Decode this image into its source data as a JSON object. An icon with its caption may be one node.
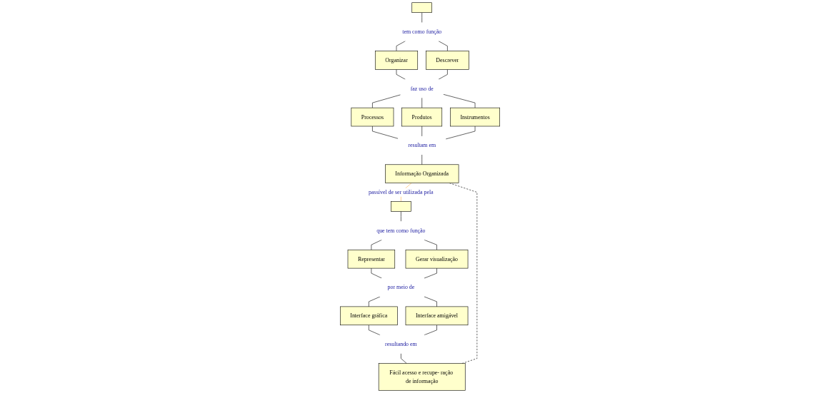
{
  "diagram": {
    "nodes": [
      {
        "text": [],
        "shape": "box"
      },
      {
        "text": [
          "tem como função"
        ]
      },
      {
        "text": [
          "Organizar"
        ]
      },
      {
        "text": [
          "Descrever"
        ]
      },
      {
        "text": [
          "faz uso de"
        ]
      },
      {
        "text": [
          "Processos"
        ]
      },
      {
        "text": [
          "Produtos"
        ]
      },
      {
        "text": [
          "Instrumentos"
        ]
      },
      {
        "text": [
          "resultam em"
        ]
      },
      {
        "text": [
          "Informação Organizada"
        ]
      },
      {
        "text": [],
        "shape": "box"
      },
      {
        "text": [
          "que tem como função"
        ]
      },
      {
        "text": [
          "Representar"
        ]
      },
      {
        "text": [
          "Gerar visualização"
        ]
      },
      {
        "text": [
          "por meio de"
        ]
      },
      {
        "text": [
          "Interface gráfica"
        ]
      },
      {
        "text": [
          "Interface amigável"
        ]
      },
      {
        "text": [
          "resultando em"
        ]
      },
      {
        "text": [
          "Fácil acesso e recupe- ração de informação"
        ]
      }
    ],
    "edges": [
      {
        "from": 0,
        "to": 1,
        "arrow": "none"
      },
      {
        "from": 1,
        "to": 2,
        "arrow": "none"
      },
      {
        "from": 1,
        "to": 3,
        "arrow": "none"
      },
      {
        "from": 2,
        "to": 4,
        "arrow": "none"
      },
      {
        "from": 3,
        "to": 4,
        "arrow": "none"
      },
      {
        "from": 4,
        "to": 5,
        "arrow": "none"
      },
      {
        "from": 4,
        "to": 6,
        "arrow": "none"
      },
      {
        "from": 4,
        "to": 7,
        "arrow": "none"
      },
      {
        "from": 5,
        "to": 8,
        "arrow": "none"
      },
      {
        "from": 6,
        "to": 8,
        "arrow": "none"
      },
      {
        "from": 7,
        "to": 8,
        "arrow": "none"
      },
      {
        "from": 8,
        "to": 9,
        "arrow": "none"
      },
      {
        "from": 10,
        "to": 11,
        "arrow": "none"
      },
      {
        "from": 11,
        "to": 12,
        "arrow": "none"
      },
      {
        "from": 11,
        "to": 13,
        "arrow": "none"
      },
      {
        "from": 12,
        "to": 14,
        "arrow": "none"
      },
      {
        "from": 13,
        "to": 14,
        "arrow": "none"
      },
      {
        "from": 14,
        "to": 15,
        "arrow": "none"
      },
      {
        "from": 14,
        "to": 16,
        "arrow": "none"
      },
      {
        "from": 15,
        "to": 17,
        "arrow": "none"
      },
      {
        "from": 16,
        "to": 17,
        "arrow": "none"
      },
      {
        "from": 17,
        "to": 18,
        "arrow": "none"
      },
      {
        "from": 9,
        "to": 10,
        "arrow": "none",
        "label": "passível de ser utilizada pela",
        "color": "#ffb347"
      },
      {
        "from": 9,
        "to": 18,
        "arrow": "none",
        "style": "dashed"
      }
    ]
  }
}
